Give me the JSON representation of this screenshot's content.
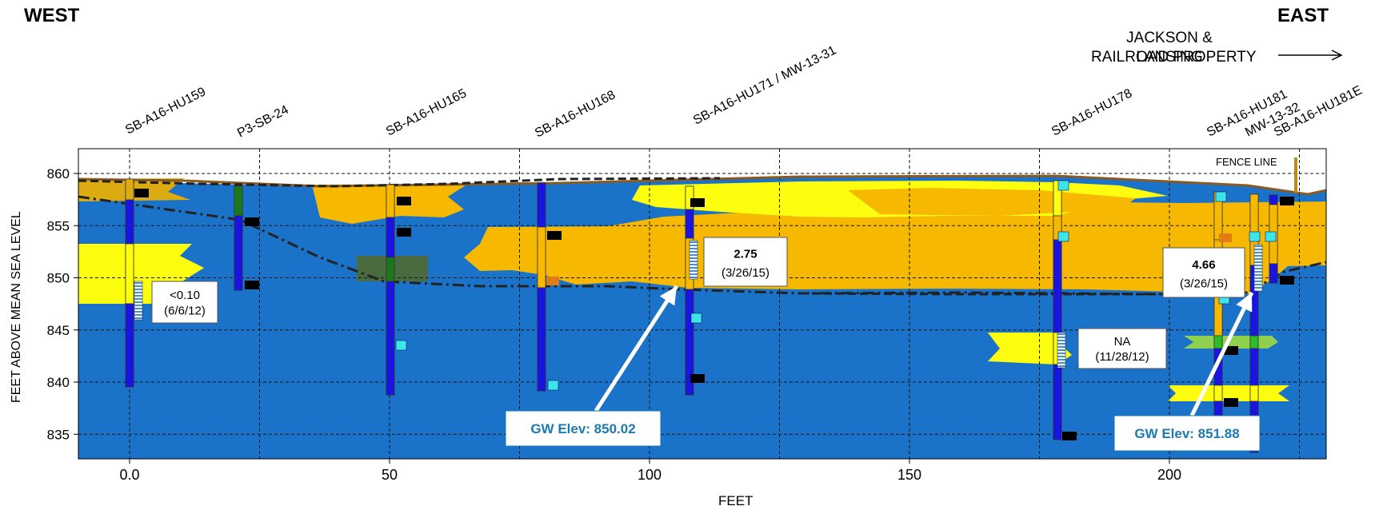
{
  "header": {
    "west_label": "WEST",
    "east_label": "EAST",
    "property_line1": "JACKSON & LANSING",
    "property_line2": "RAILROAD PROPERTY"
  },
  "axes": {
    "ylabel": "FEET ABOVE MEAN SEA LEVEL",
    "xlabel": "FEET",
    "x_ticks": [
      "0.0",
      "50",
      "100",
      "150",
      "200"
    ],
    "y_ticks": [
      "860",
      "855",
      "850",
      "845",
      "840",
      "835"
    ]
  },
  "borings": [
    {
      "name": "SB-A16-HU159",
      "x": 0
    },
    {
      "name": "P3-SB-24",
      "x": 25
    },
    {
      "name": "SB-A16-HU165",
      "x": 50
    },
    {
      "name": "SB-A16-HU168",
      "x": 80
    },
    {
      "name": "SB-A16-HU171 / MW-13-31",
      "x": 108
    },
    {
      "name": "SB-A16-HU178",
      "x": 178
    },
    {
      "name": "SB-A16-HU181",
      "x": 210
    },
    {
      "name": "MW-13-32",
      "x": 216
    },
    {
      "name": "SB-A16-HU181E",
      "x": 220
    }
  ],
  "fence_line": "FENCE LINE",
  "water_readings": [
    {
      "value": "<0.10",
      "date": "(6/6/12)"
    },
    {
      "value": "2.75",
      "date": "(3/26/15)"
    },
    {
      "value": "NA",
      "date": "(11/28/12)"
    },
    {
      "value": "4.66",
      "date": "(3/26/15)"
    }
  ],
  "gw_labels": [
    {
      "text": "GW Elev: 850.02"
    },
    {
      "text": "GW Elev: 851.88"
    }
  ],
  "colors": {
    "water": "#1b72c9",
    "sand": "#f6b800",
    "silt": "#fdfd10",
    "gold": "#dcab12",
    "boring": "#1a14e0",
    "gw_text": "#1b7ab0"
  }
}
